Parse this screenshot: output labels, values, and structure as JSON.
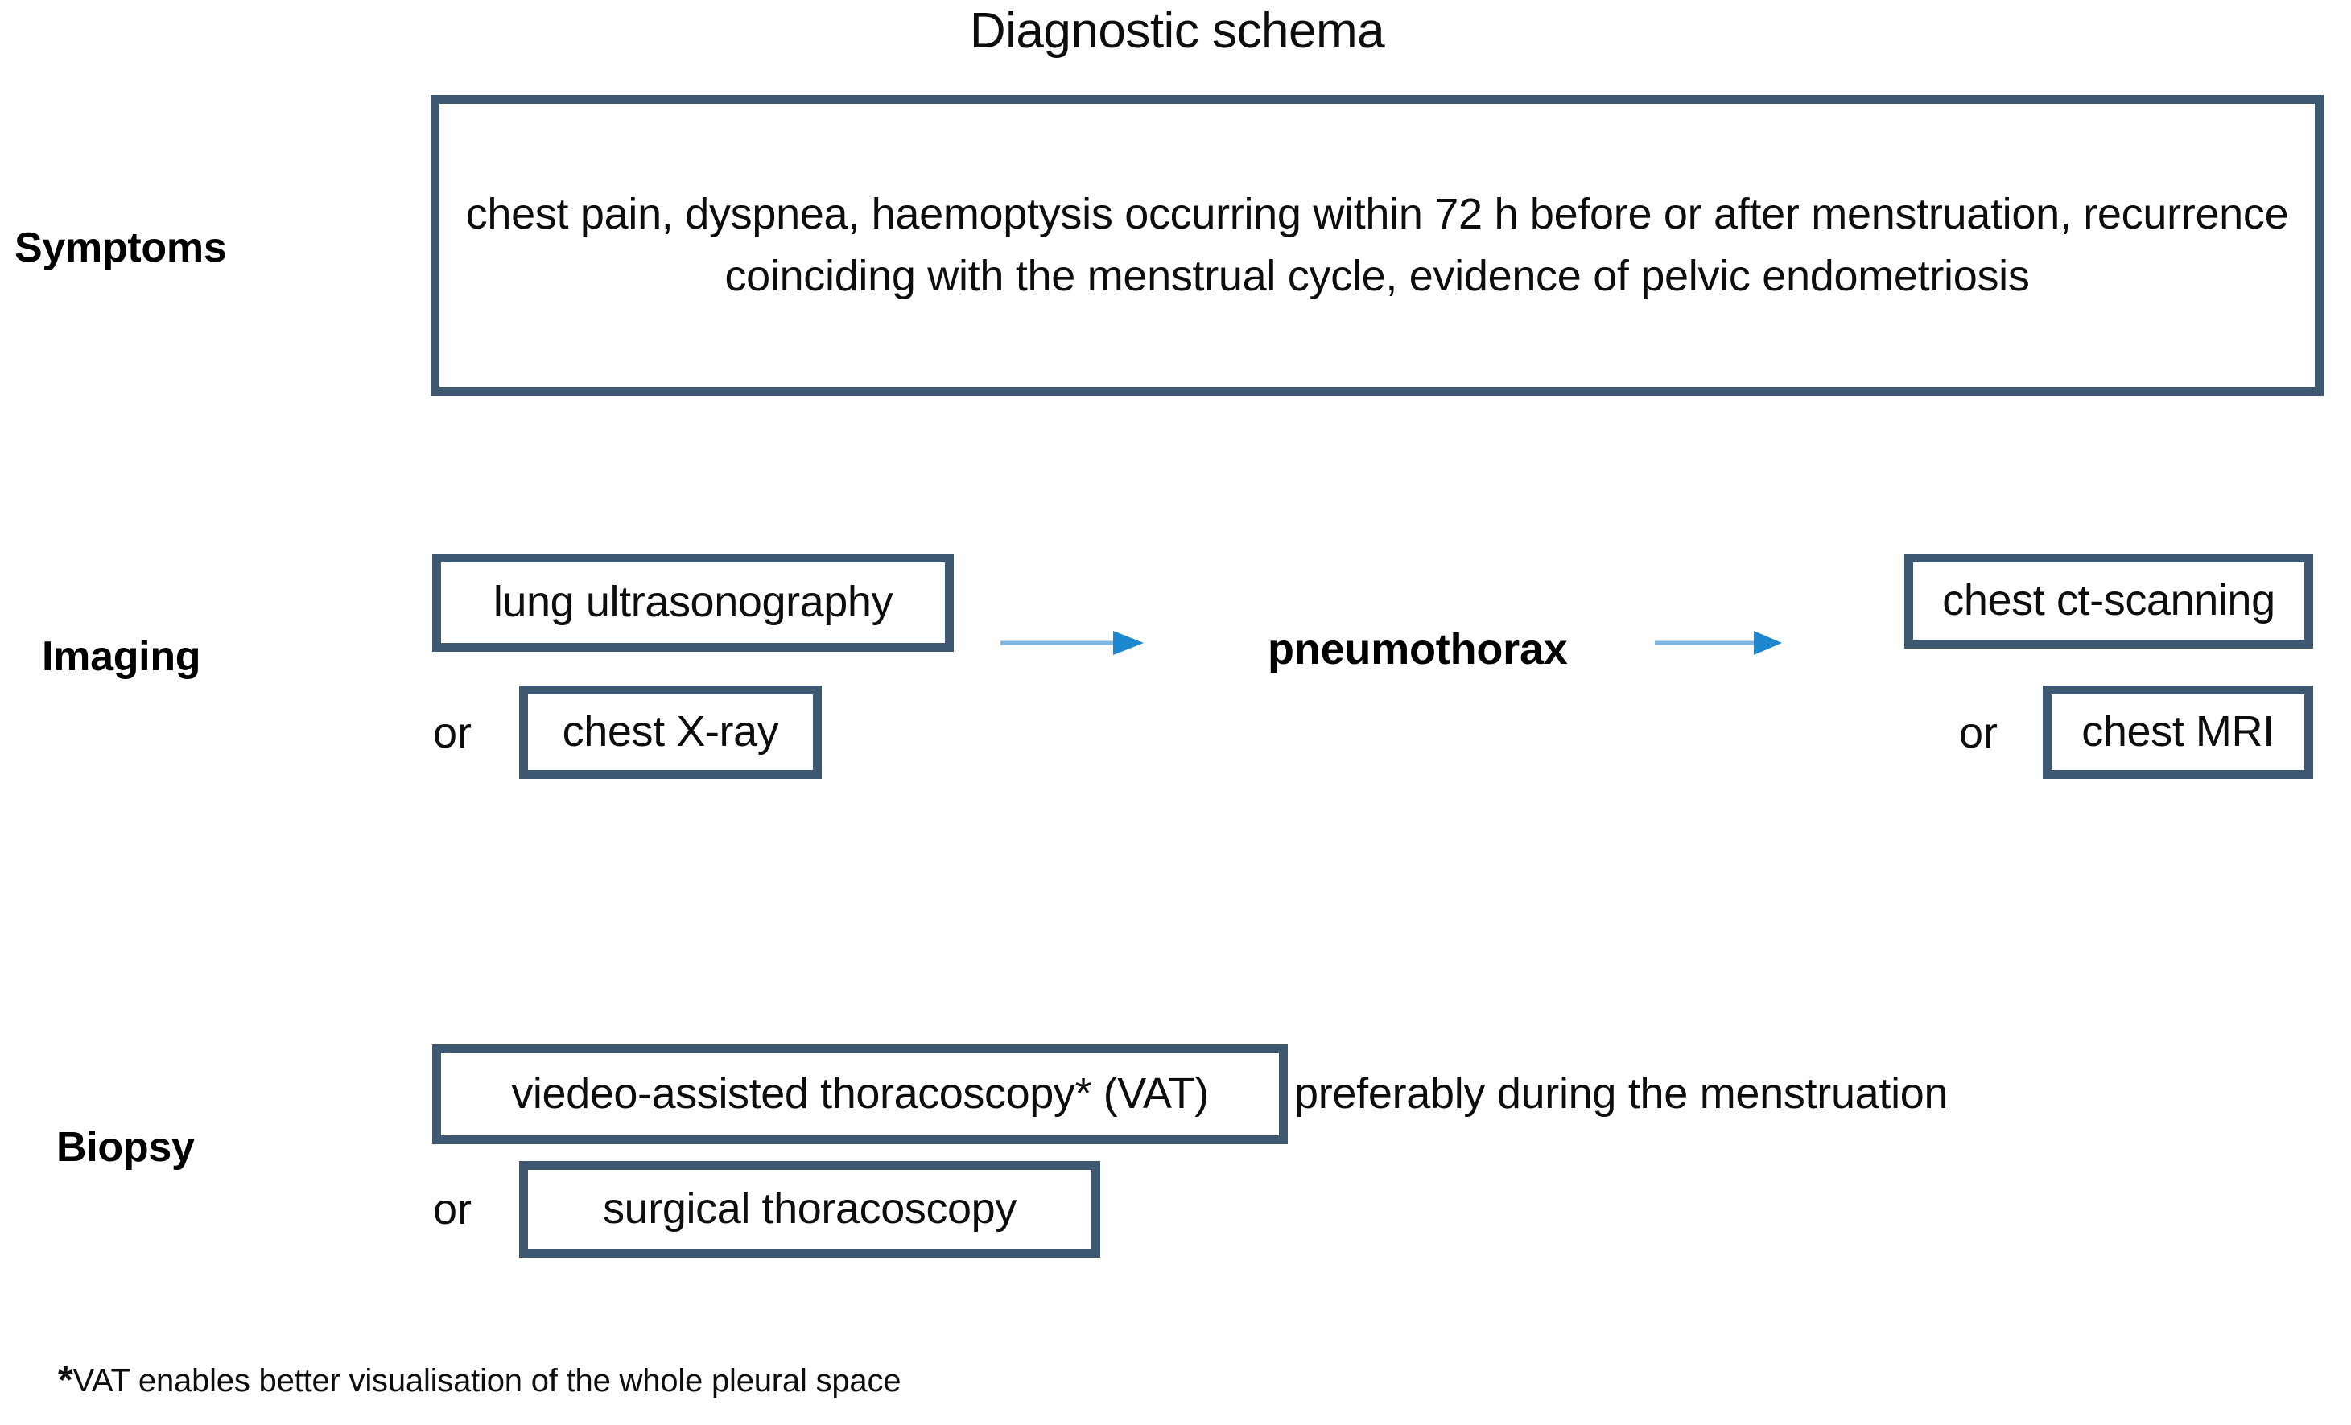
{
  "title": "Diagnostic schema",
  "colors": {
    "box_border": "#3f5871",
    "arrow_line": "#7fb6e5",
    "arrow_head": "#1d88d0",
    "text": "#0d0d0d",
    "background": "#ffffff"
  },
  "rows": {
    "symptoms": {
      "label": "Symptoms",
      "text": "chest pain, dyspnea, haemoptysis occurring within 72 h before or after menstruation, recurrence coinciding with the menstrual cycle, evidence of pelvic endometriosis"
    },
    "imaging": {
      "label": "Imaging",
      "left_primary": "lung ultrasonography",
      "left_or": "or",
      "left_alternative": "chest X-ray",
      "diagnosis": "pneumothorax",
      "right_primary": "chest ct-scanning",
      "right_or": "or",
      "right_alternative": "chest MRI"
    },
    "biopsy": {
      "label": "Biopsy",
      "primary": "viedeo-assisted thoracoscopy* (VAT)",
      "note": "preferably during the menstruation",
      "or": "or",
      "alternative": "surgical thoracoscopy"
    }
  },
  "footnote": {
    "marker": "*",
    "text": "VAT enables better visualisation of the whole pleural space"
  },
  "icons": {
    "arrow_left": "arrow-right-icon",
    "arrow_right": "arrow-right-icon"
  }
}
